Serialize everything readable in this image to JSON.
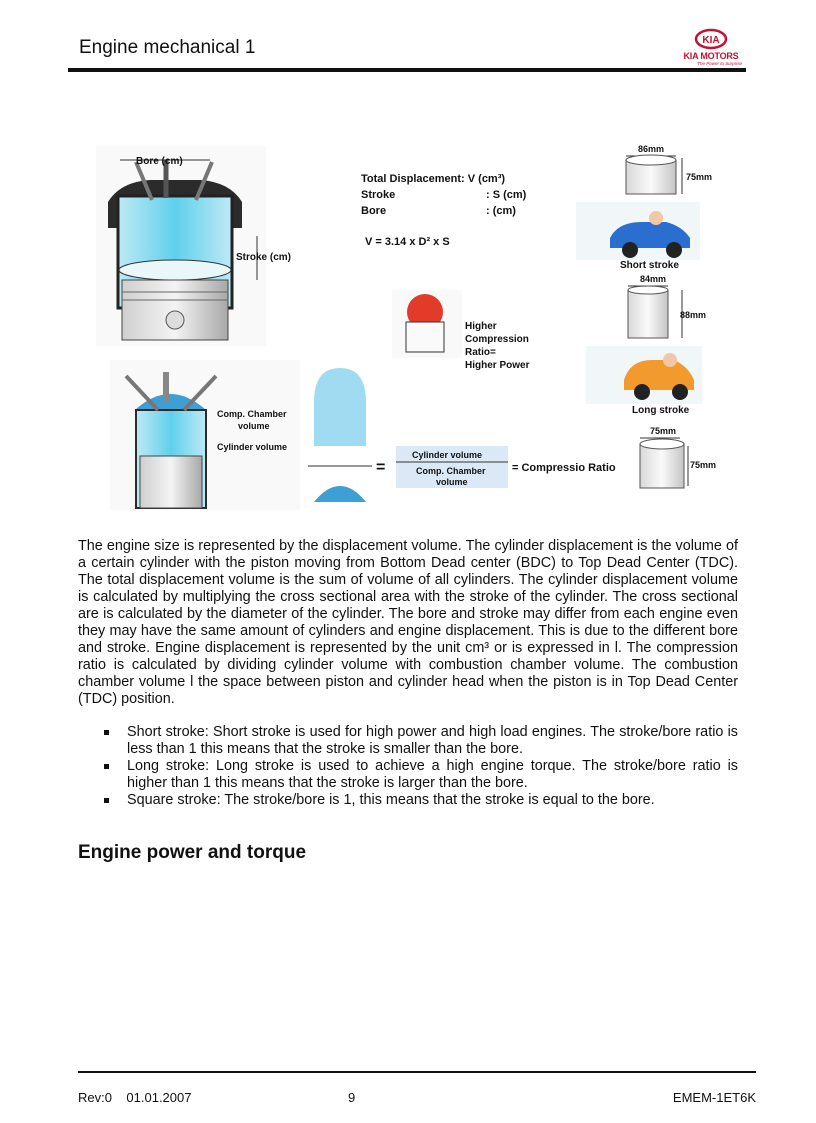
{
  "header": {
    "title": "Engine mechanical 1",
    "logo_badge": "KIA",
    "logo_name": "KIA MOTORS",
    "logo_tagline": "The Power to Surprise"
  },
  "figure": {
    "bore_label": "Bore (cm)",
    "stroke_label": "Stroke (cm)",
    "total_displacement": "Total Displacement: V (cm³)",
    "stroke_def_label": "Stroke",
    "stroke_def_value": ": S (cm)",
    "bore_def_label": "Bore",
    "bore_def_value": ": (cm)",
    "formula": "V = 3.14 x D² x S",
    "compression_text_1": "Higher",
    "compression_text_2": "Compression",
    "compression_text_3": "Ratio=",
    "compression_text_4": "Higher Power",
    "comp_chamber_1": "Comp. Chamber",
    "comp_chamber_2": "volume",
    "cylinder_volume": "Cylinder volume",
    "fraction_top": "Cylinder volume",
    "fraction_bottom_1": "Comp. Chamber",
    "fraction_bottom_2": "volume",
    "equals": "=",
    "compression_ratio": "= Compressio Ratio",
    "short_dim_w": "86mm",
    "short_dim_h": "75mm",
    "short_label": "Short stroke",
    "long_dim_w": "84mm",
    "long_dim_h": "88mm",
    "long_label": "Long stroke",
    "square_dim_w": "75mm",
    "square_dim_h": "75mm"
  },
  "body": {
    "paragraph": "The engine size is represented by the displacement volume. The cylinder displacement is the volume of a certain cylinder with the piston moving from Bottom Dead center (BDC) to Top Dead Center (TDC). The total displacement volume is the sum of volume of all cylinders. The cylinder displacement volume is calculated by multiplying the cross sectional area with the stroke of the cylinder. The cross sectional are is calculated by the diameter of the cylinder.  The bore and stroke may differ from each engine even they may have the same amount of cylinders and engine displacement. This is due to the different bore and stroke. Engine displacement is represented by the unit cm³ or is expressed in l. The compression ratio is calculated by dividing cylinder volume with combustion chamber volume. The combustion chamber volume l the space between piston and cylinder head when the piston is in Top Dead Center (TDC) position.",
    "bullets": [
      "Short stroke: Short stroke is used for high power and high load engines. The stroke/bore ratio is less than 1 this means that the stroke is smaller than the bore.",
      "Long stroke: Long stroke is used to achieve a high engine torque. The stroke/bore ratio is higher than 1 this means that the stroke is larger than the bore.",
      "Square stroke: The stroke/bore is 1, this means that the stroke is equal to the bore."
    ]
  },
  "section": {
    "heading": "Engine power and torque"
  },
  "footer": {
    "rev": "Rev:0    01.01.2007",
    "page": "9",
    "code": "EMEM-1ET6K"
  }
}
